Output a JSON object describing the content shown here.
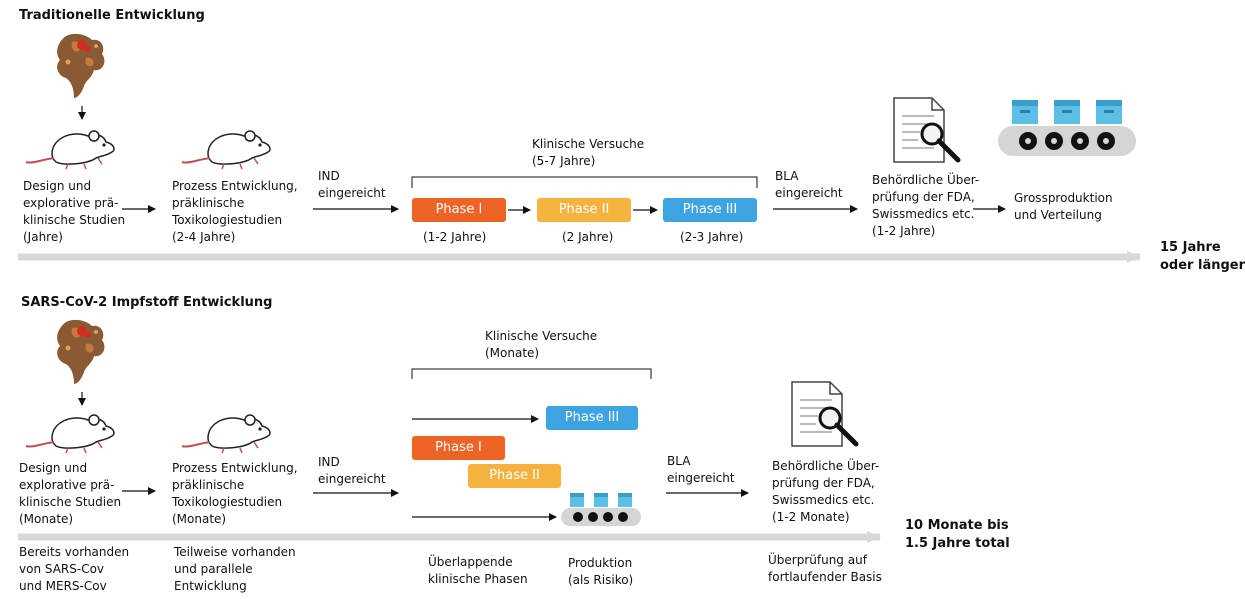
{
  "colors": {
    "phase_1": "#ee6326",
    "phase_2": "#f6b23e",
    "phase_3": "#3ea4e1",
    "timeline": "#d8d8d8",
    "ink": "#111111"
  },
  "icons": [
    "virus-icon",
    "mouse-icon",
    "document-magnifier-icon",
    "conveyor-production-icon"
  ],
  "traditional": {
    "title": "Traditionelle Entwicklung",
    "step_design": "Design und\nexplorative prä-\nklinische Studien\n(Jahre)",
    "step_process": "Prozess Entwicklung,\npräklinische\nToxikologiestudien\n(2-4 Jahre)",
    "ind": "IND\neingereicht",
    "trials": "Klinische Versuche\n(5-7 Jahre)",
    "phase_1": "Phase I",
    "phase_2": "Phase II",
    "phase_3": "Phase III",
    "duration_1": "(1-2 Jahre)",
    "duration_2": "(2 Jahre)",
    "duration_3": "(2-3 Jahre)",
    "bla": "BLA\neingereicht",
    "review": "Behördliche Über-\nprüfung der FDA,\nSwissmedics etc.\n(1-2 Jahre)",
    "production": "Grossproduktion\nund Verteilung",
    "total": "15 Jahre\noder länger"
  },
  "sars": {
    "title": "SARS-CoV-2 Impfstoff Entwicklung",
    "step_design": "Design und\nexplorative prä-\nklinische Studien\n(Monate)",
    "step_process": "Prozess Entwicklung,\npräklinische\nToxikologiestudien\n(Monate)",
    "ind": "IND\neingereicht",
    "trials": "Klinische Versuche\n(Monate)",
    "phase_1": "Phase I",
    "phase_2": "Phase II",
    "phase_3": "Phase III",
    "bla": "BLA\neingereicht",
    "review": "Behördliche Über-\nprüfung der FDA,\nSwissmedics etc.\n(1-2 Monate)",
    "total": "10 Monate bis\n1.5 Jahre total",
    "note_existing": "Bereits vorhanden\nvon SARS-Cov\nund MERS-Cov",
    "note_parallel": "Teilweise vorhanden\nund parallele\nEntwicklung",
    "note_overlap": "Überlappende\nklinische Phasen",
    "note_production": "Produktion\n(als Risiko)",
    "note_review": "Überprüfung auf\nfortlaufender Basis"
  }
}
